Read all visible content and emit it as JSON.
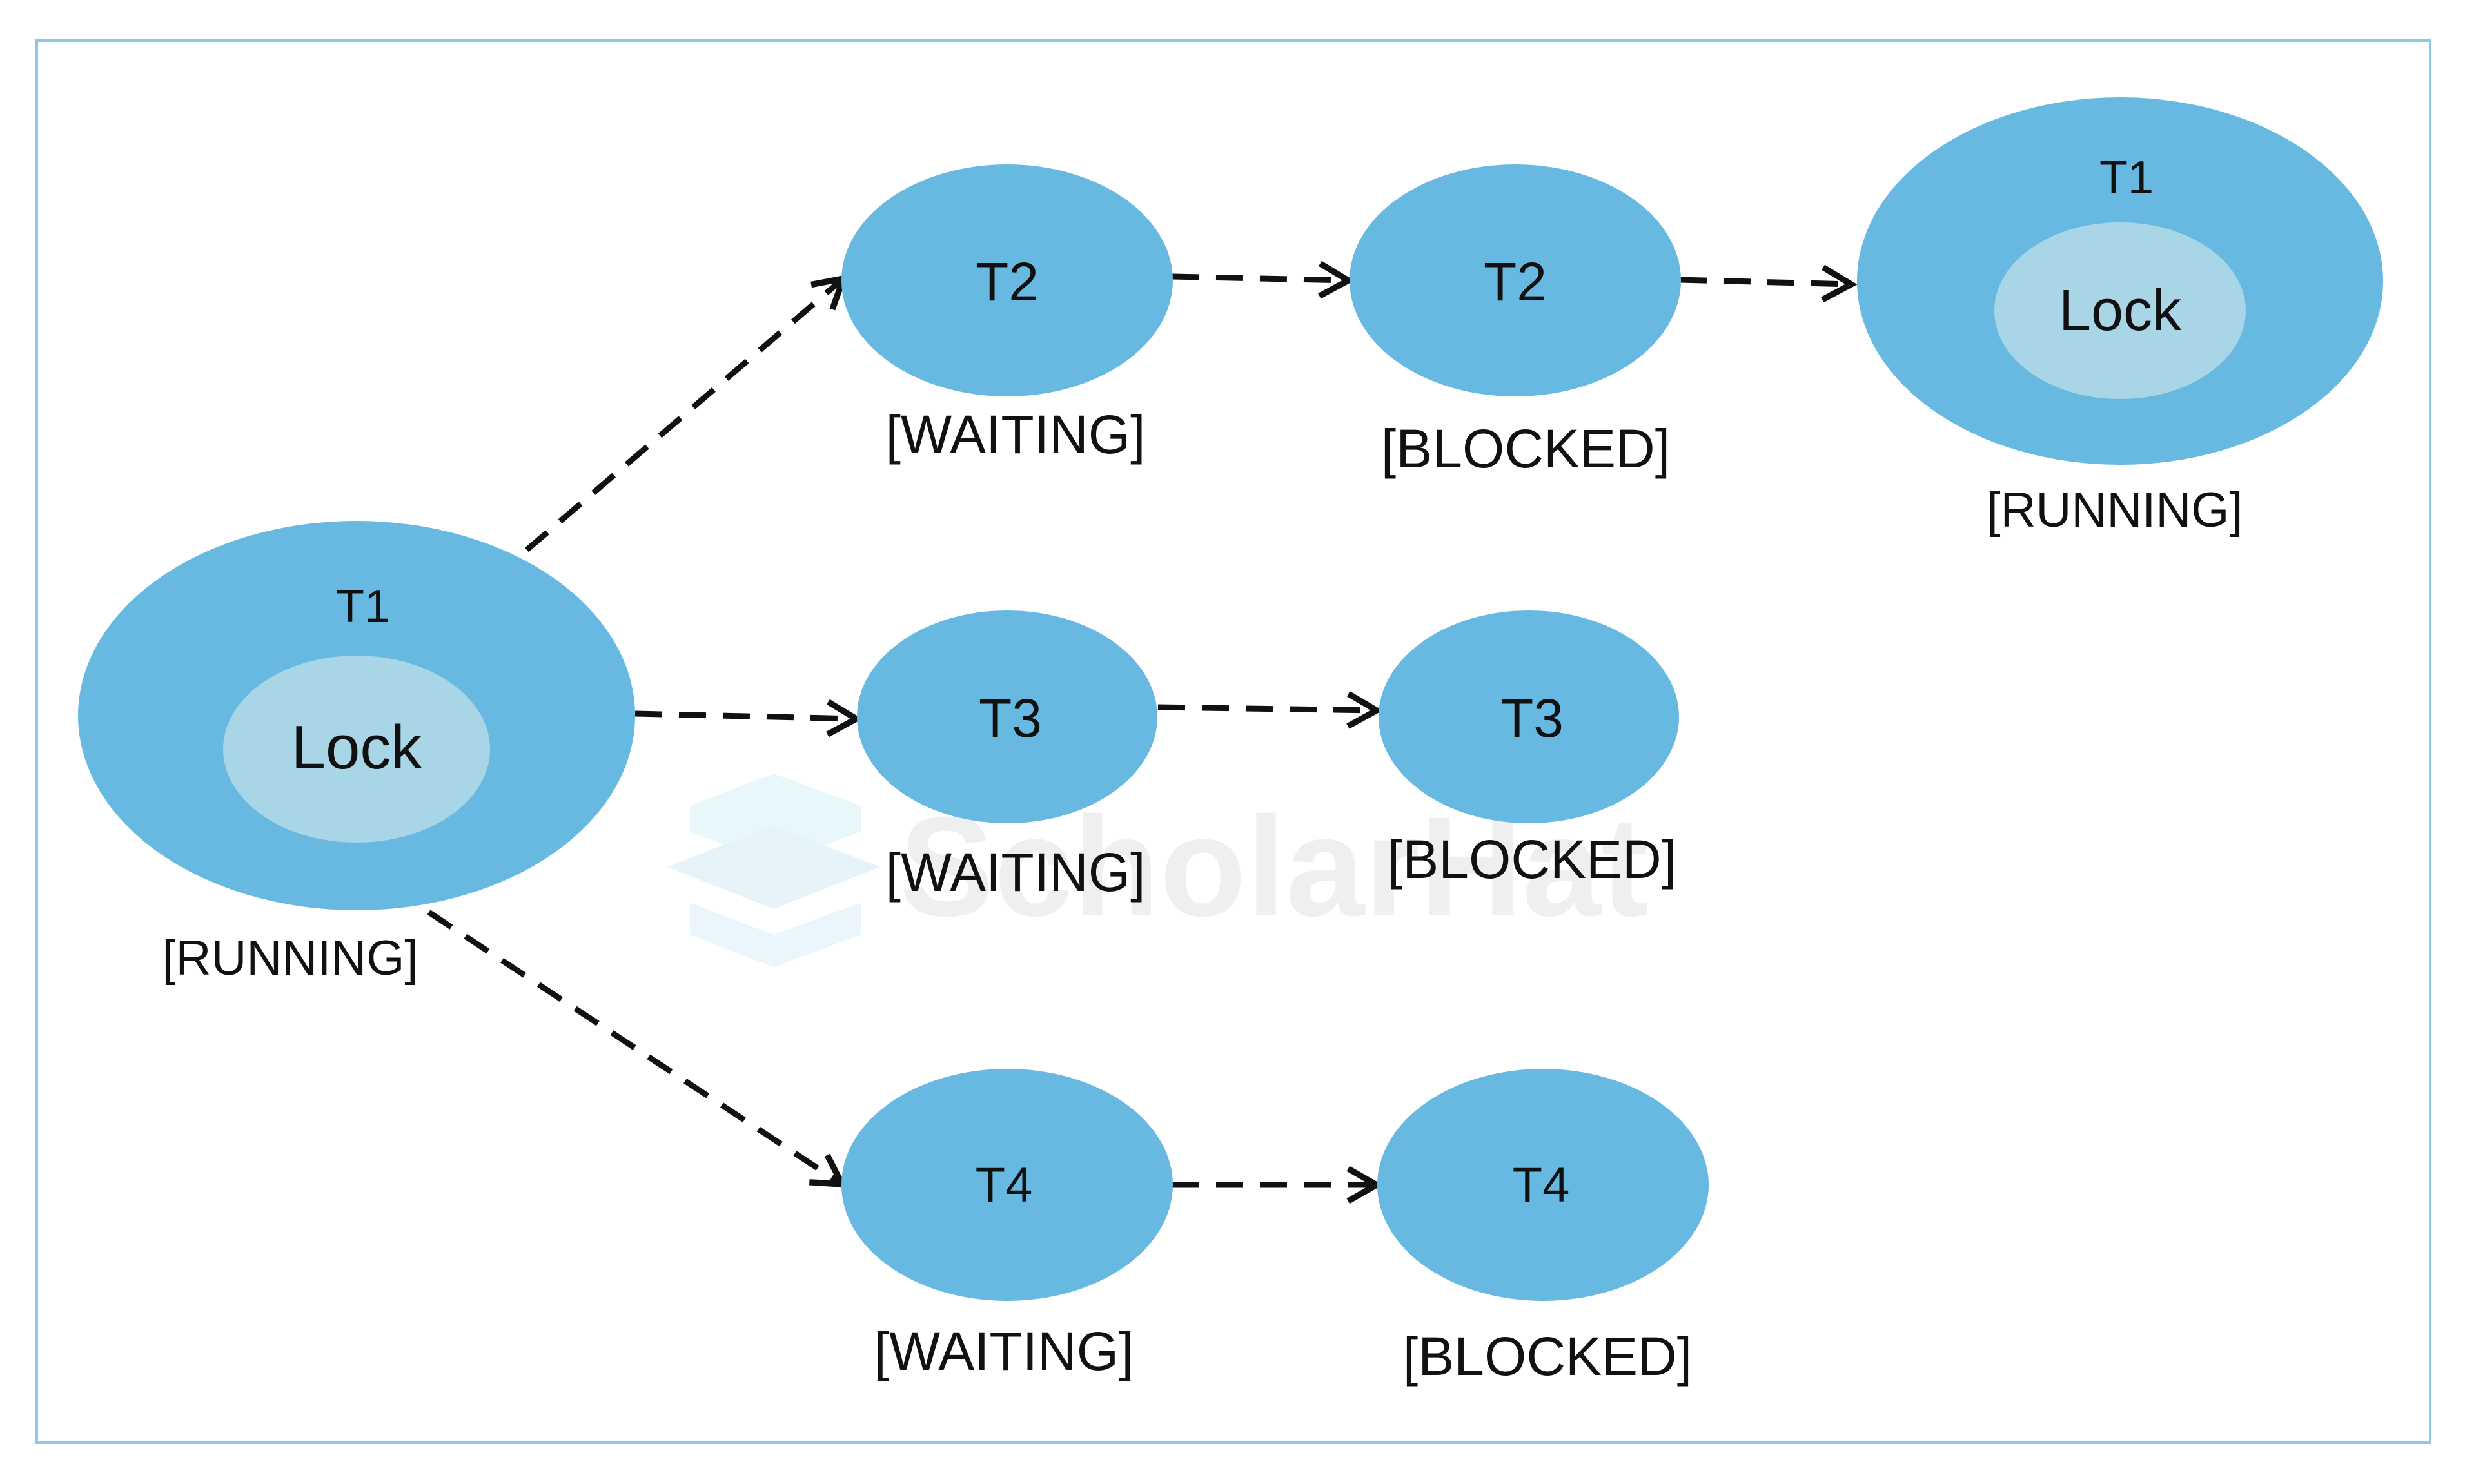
{
  "diagram": {
    "colors": {
      "node": "#68b9e1",
      "lock": "#a8d6e6",
      "text": "#111111",
      "border": "#8cc8ea",
      "edge": "#111111"
    },
    "nodes": {
      "t1_main": {
        "name": "T1",
        "lock": "Lock",
        "state": "[RUNNING]"
      },
      "t2_waiting": {
        "name": "T2",
        "state": "[WAITING]"
      },
      "t2_blocked": {
        "name": "T2",
        "state": "[BLOCKED]"
      },
      "t1_final": {
        "name": "T1",
        "lock": "Lock",
        "state": "[RUNNING]"
      },
      "t3_waiting": {
        "name": "T3",
        "state": "[WAITING]"
      },
      "t3_blocked": {
        "name": "T3",
        "state": "[BLOCKED]"
      },
      "t4_waiting": {
        "name": "T4",
        "state": "[WAITING]"
      },
      "t4_blocked": {
        "name": "T4",
        "state": "[BLOCKED]"
      }
    },
    "edges": [
      {
        "from": "t1_main",
        "to": "t2_waiting"
      },
      {
        "from": "t1_main",
        "to": "t3_waiting"
      },
      {
        "from": "t1_main",
        "to": "t4_waiting"
      },
      {
        "from": "t2_waiting",
        "to": "t2_blocked"
      },
      {
        "from": "t2_blocked",
        "to": "t1_final"
      },
      {
        "from": "t3_waiting",
        "to": "t3_blocked"
      },
      {
        "from": "t4_waiting",
        "to": "t4_blocked"
      }
    ],
    "watermark": {
      "text": "ScholarHat"
    }
  }
}
